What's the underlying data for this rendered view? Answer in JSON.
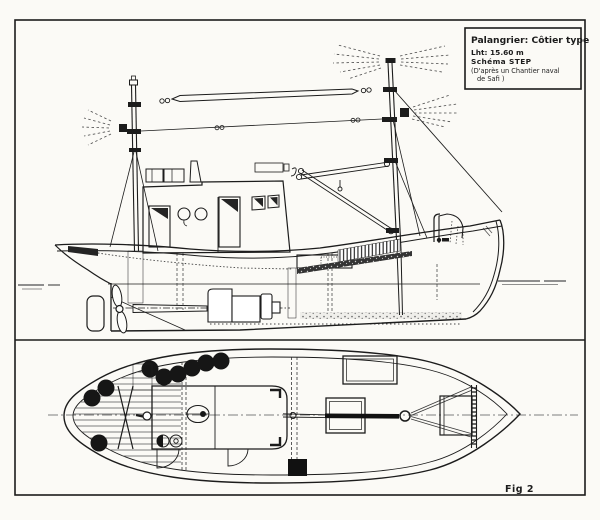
{
  "figure": {
    "colors": {
      "paper": "#fbfaf6",
      "ink": "#1c1c1c",
      "gray": "#555555"
    },
    "title_block": {
      "title": "Palangrier: Côtier type",
      "line1": "Lht: 15.60 m",
      "line2": "Schéma STEP",
      "line3": "(D'après un Chantier naval",
      "line4": "de Safi )"
    },
    "caption": "Fig 2"
  }
}
